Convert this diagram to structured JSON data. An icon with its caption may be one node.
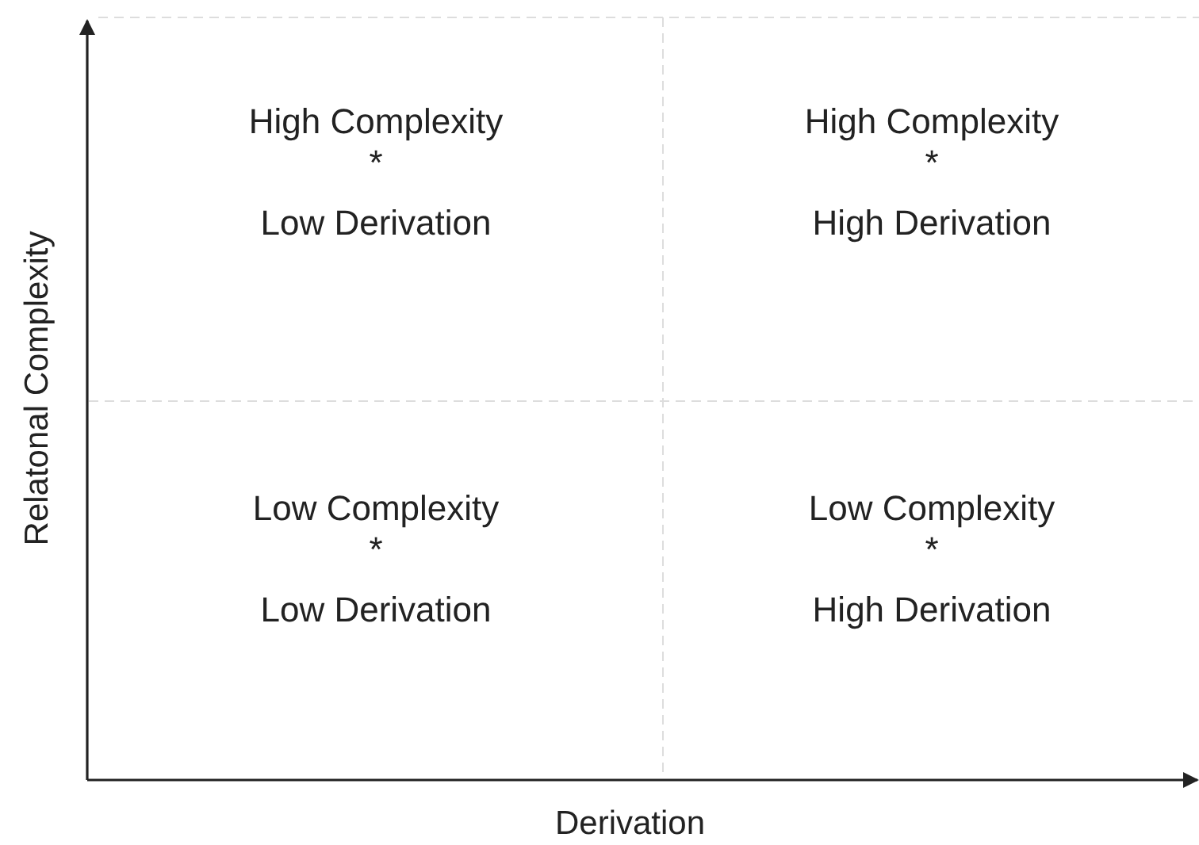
{
  "diagram": {
    "nodes": [
      {
        "text": [
          "High Complexity",
          "*",
          "Low Derivation"
        ]
      },
      {
        "text": [
          "High Complexity",
          "*",
          "High Derivation"
        ]
      },
      {
        "text": [
          "Low Complexity",
          "*",
          "Low Derivation"
        ]
      },
      {
        "text": [
          "Low Complexity",
          "*",
          "High Derivation"
        ]
      }
    ],
    "labels": [
      "Relatonal Complexity",
      "Derivation"
    ]
  }
}
